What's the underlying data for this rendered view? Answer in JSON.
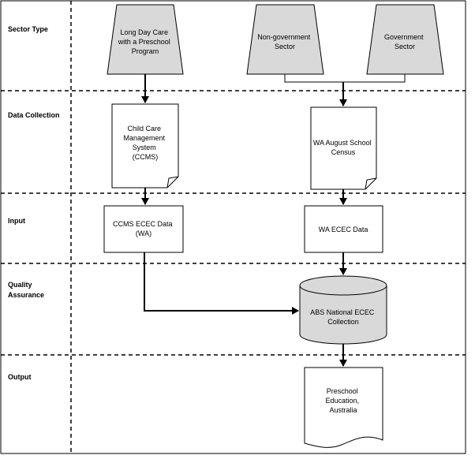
{
  "lanes": [
    {
      "label": [
        "Sector Type"
      ]
    },
    {
      "label": [
        "Data Collection"
      ]
    },
    {
      "label": [
        "Input"
      ]
    },
    {
      "label": [
        "Quality",
        "Assurance"
      ]
    },
    {
      "label": [
        "Output"
      ]
    }
  ],
  "nodes": {
    "long_day_care": [
      "Long Day Care",
      "with a Preschool",
      "Program"
    ],
    "non_government": [
      "Non-government",
      "Sector"
    ],
    "government": [
      "Government",
      "Sector"
    ],
    "ccms": [
      "Child Care",
      "Management",
      "System",
      "(CCMS)"
    ],
    "wa_census": [
      "WA August School",
      "Census"
    ],
    "ccms_data": [
      "CCMS ECEC Data",
      "(WA)"
    ],
    "wa_ecec": [
      "WA ECEC Data"
    ],
    "abs_collection": [
      "ABS National ECEC",
      "Collection"
    ],
    "output": [
      "Preschool",
      "Education,",
      "Australia"
    ]
  },
  "colors": {
    "fill_grey": "#d9d9d9",
    "line": "#000000",
    "background": "#ffffff"
  }
}
